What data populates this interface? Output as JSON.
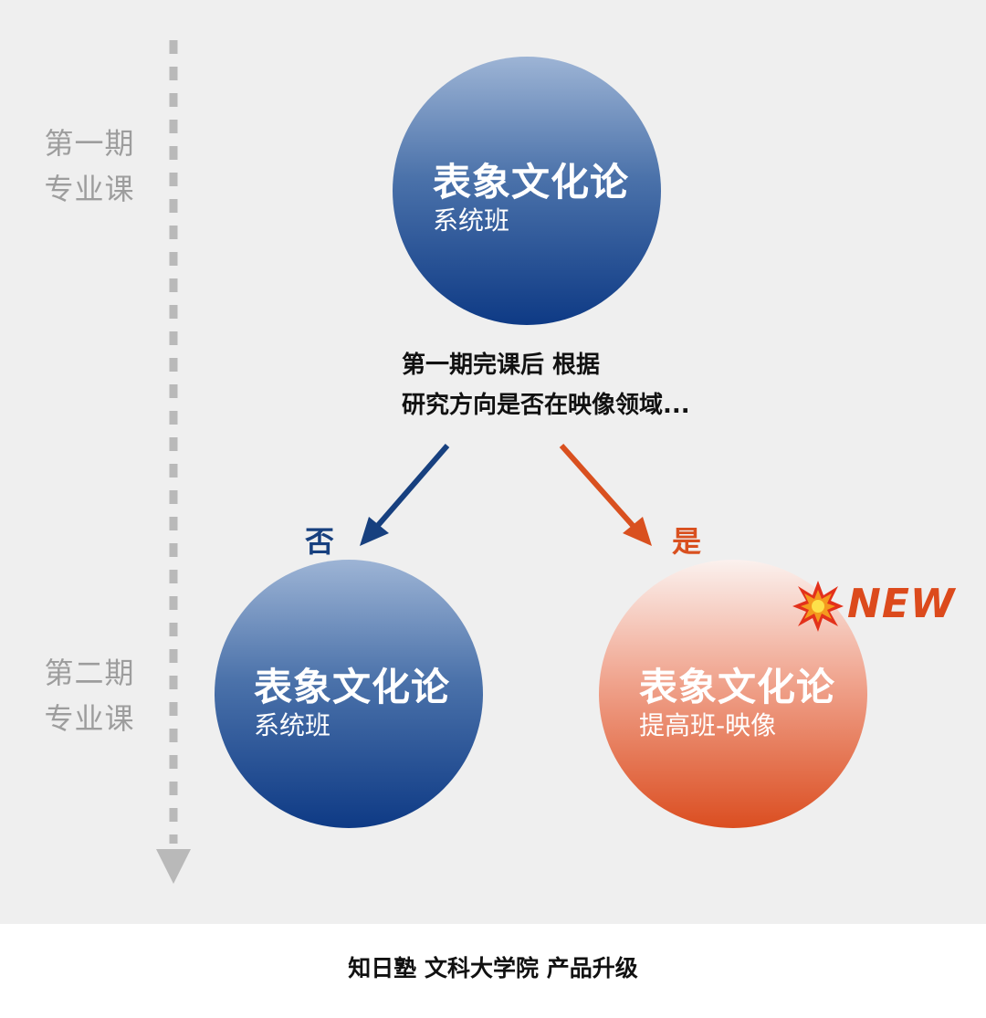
{
  "timeline": {
    "period1": [
      "第一期",
      "专业课"
    ],
    "period2": [
      "第二期",
      "专业课"
    ],
    "color": "#b9b9b9"
  },
  "nodes": {
    "top": {
      "title": "表象文化论",
      "subtitle": "系统班"
    },
    "left": {
      "title": "表象文化论",
      "subtitle": "系统班"
    },
    "right": {
      "title": "表象文化论",
      "subtitle": "提高班-映像"
    }
  },
  "question": {
    "line1": "第一期完课后 根据",
    "line2": "研究方向是否在映像领域..."
  },
  "branches": {
    "no": {
      "label": "否",
      "color": "#17407f"
    },
    "yes": {
      "label": "是",
      "color": "#d9501f"
    }
  },
  "badge": {
    "icon": "collision-icon",
    "text": "NEW",
    "color": "#dc4a1c"
  },
  "footer": {
    "text": "知日塾 文科大学院 产品升级"
  },
  "colors": {
    "blue_light": "#9db4d5",
    "blue_dark": "#0e3a85",
    "orange_light": "#fbf1ee",
    "orange_dark": "#db4e21",
    "background": "#efefef"
  }
}
